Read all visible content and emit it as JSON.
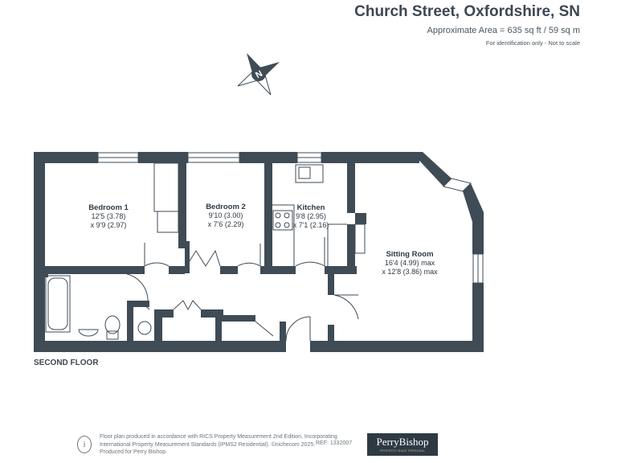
{
  "header": {
    "title": "Church Street, Oxfordshire, SN",
    "area": "Approximate Area = 635 sq ft / 59 sq m",
    "note": "For identification only - Not to scale"
  },
  "compass": {
    "letter": "N"
  },
  "rooms": [
    {
      "name": "Bedroom 1",
      "dim1": "12'5 (3.78)",
      "dim2": "x 9'9 (2.97)"
    },
    {
      "name": "Bedroom 2",
      "dim1": "9'10 (3.00)",
      "dim2": "x 7'6 (2.29)"
    },
    {
      "name": "Kitchen",
      "dim1": "9'8 (2.95)",
      "dim2": "x 7'1 (2.16)"
    },
    {
      "name": "Sitting Room",
      "dim1": "16'4 (4.99) max",
      "dim2": "x 12'8 (3.86) max"
    }
  ],
  "floor_label": "SECOND FLOOR",
  "footer": {
    "text": "Floor plan produced in accordance with RICS Property Measurement 2nd Edition, Incorporating International Property Measurement Standards (IPMS2 Residential). ©nichecom 2025. Produced for Perry Bishop.",
    "ref": "REF: 1332007",
    "logo_name": "PerryBishop",
    "logo_tagline": "PROPERTY MADE PERSONAL"
  },
  "colors": {
    "wall": "#3f4b55",
    "text": "#3d4752",
    "logo_bg": "#2d3a44"
  }
}
